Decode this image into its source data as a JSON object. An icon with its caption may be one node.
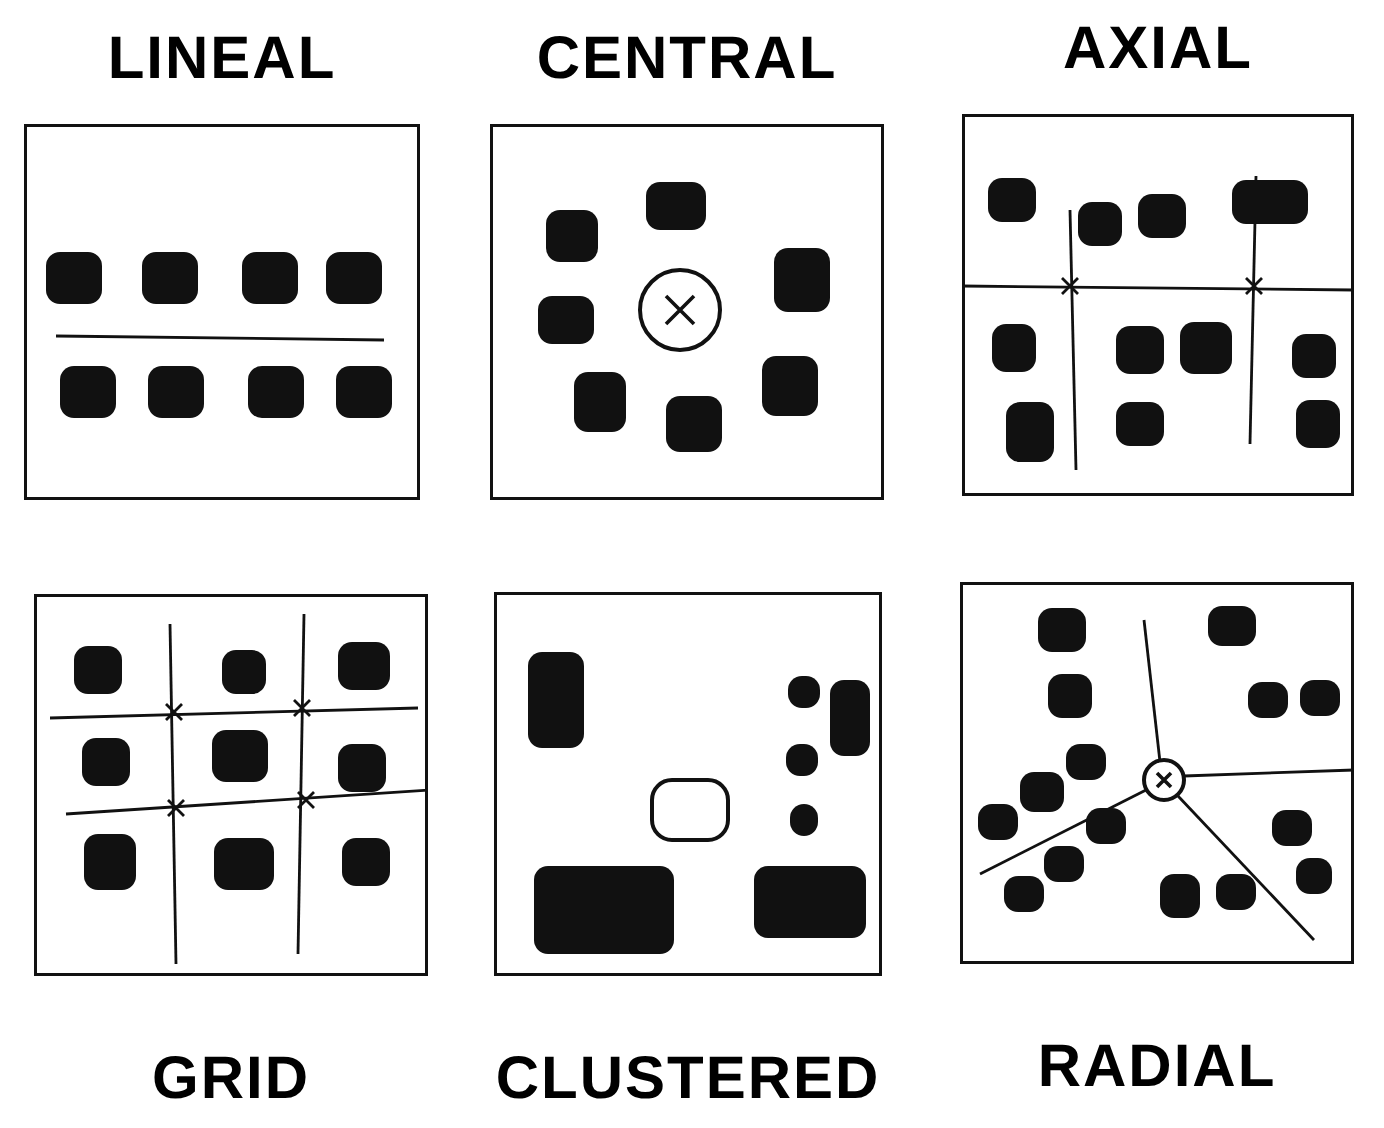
{
  "diagram": {
    "nodes": [
      {
        "text": [
          "LINEAL"
        ]
      },
      {
        "text": [
          "CENTRAL"
        ]
      },
      {
        "text": [
          "AXIAL"
        ]
      },
      {
        "text": [
          "GRID"
        ]
      },
      {
        "text": [
          "CLUSTERED"
        ]
      },
      {
        "text": [
          "RADIAL"
        ]
      }
    ]
  }
}
